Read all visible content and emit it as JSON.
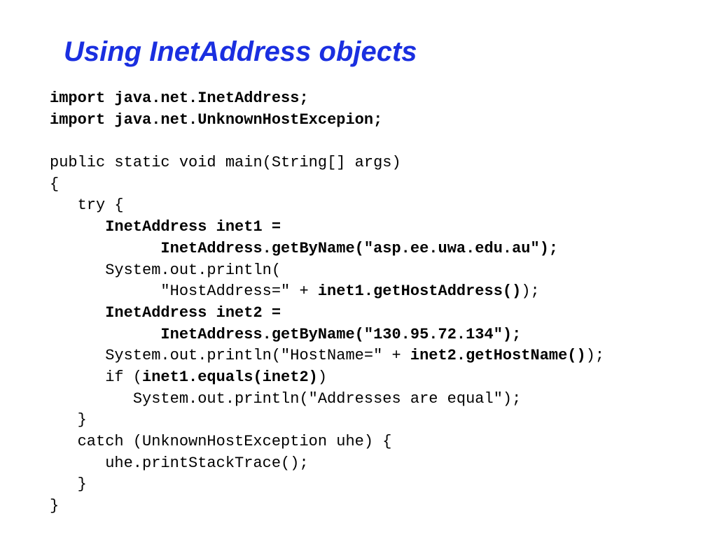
{
  "title": "Using InetAddress objects",
  "code_lines": [
    {
      "indent": 0,
      "segments": [
        {
          "text": "import java.net.InetAddress;",
          "bold": true
        }
      ]
    },
    {
      "indent": 0,
      "segments": [
        {
          "text": "import java.net.UnknownHostExcepion;",
          "bold": true
        }
      ]
    },
    {
      "indent": 0,
      "segments": []
    },
    {
      "indent": 0,
      "segments": [
        {
          "text": "public static void main(String[] args)",
          "bold": false
        }
      ]
    },
    {
      "indent": 0,
      "segments": [
        {
          "text": "{",
          "bold": false
        }
      ]
    },
    {
      "indent": 3,
      "segments": [
        {
          "text": "try {",
          "bold": false
        }
      ]
    },
    {
      "indent": 6,
      "segments": [
        {
          "text": "InetAddress inet1 =",
          "bold": true
        }
      ]
    },
    {
      "indent": 12,
      "segments": [
        {
          "text": "InetAddress.getByName(\"asp.ee.uwa.edu.au\");",
          "bold": true
        }
      ]
    },
    {
      "indent": 6,
      "segments": [
        {
          "text": "System.out.println(",
          "bold": false
        }
      ]
    },
    {
      "indent": 12,
      "segments": [
        {
          "text": "\"HostAddress=\" + ",
          "bold": false
        },
        {
          "text": "inet1.getHostAddress()",
          "bold": true
        },
        {
          "text": ");",
          "bold": false
        }
      ]
    },
    {
      "indent": 6,
      "segments": [
        {
          "text": "InetAddress inet2 =",
          "bold": true
        }
      ]
    },
    {
      "indent": 12,
      "segments": [
        {
          "text": "InetAddress.getByName(\"130.95.72.134\");",
          "bold": true
        }
      ]
    },
    {
      "indent": 6,
      "segments": [
        {
          "text": "System.out.println(\"HostName=\" + ",
          "bold": false
        },
        {
          "text": "inet2.getHostName()",
          "bold": true
        },
        {
          "text": ");",
          "bold": false
        }
      ]
    },
    {
      "indent": 6,
      "segments": [
        {
          "text": "if (",
          "bold": false
        },
        {
          "text": "inet1.equals(inet2)",
          "bold": true
        },
        {
          "text": ")",
          "bold": false
        }
      ]
    },
    {
      "indent": 9,
      "segments": [
        {
          "text": "System.out.println(\"Addresses are equal\");",
          "bold": false
        }
      ]
    },
    {
      "indent": 3,
      "segments": [
        {
          "text": "}",
          "bold": false
        }
      ]
    },
    {
      "indent": 3,
      "segments": [
        {
          "text": "catch (UnknownHostException uhe) {",
          "bold": false
        }
      ]
    },
    {
      "indent": 6,
      "segments": [
        {
          "text": "uhe.printStackTrace();",
          "bold": false
        }
      ]
    },
    {
      "indent": 3,
      "segments": [
        {
          "text": "}",
          "bold": false
        }
      ]
    },
    {
      "indent": 0,
      "segments": [
        {
          "text": "}",
          "bold": false
        }
      ]
    }
  ],
  "colors": {
    "title": "#1a2fe0",
    "code": "#000000",
    "background": "#ffffff"
  }
}
